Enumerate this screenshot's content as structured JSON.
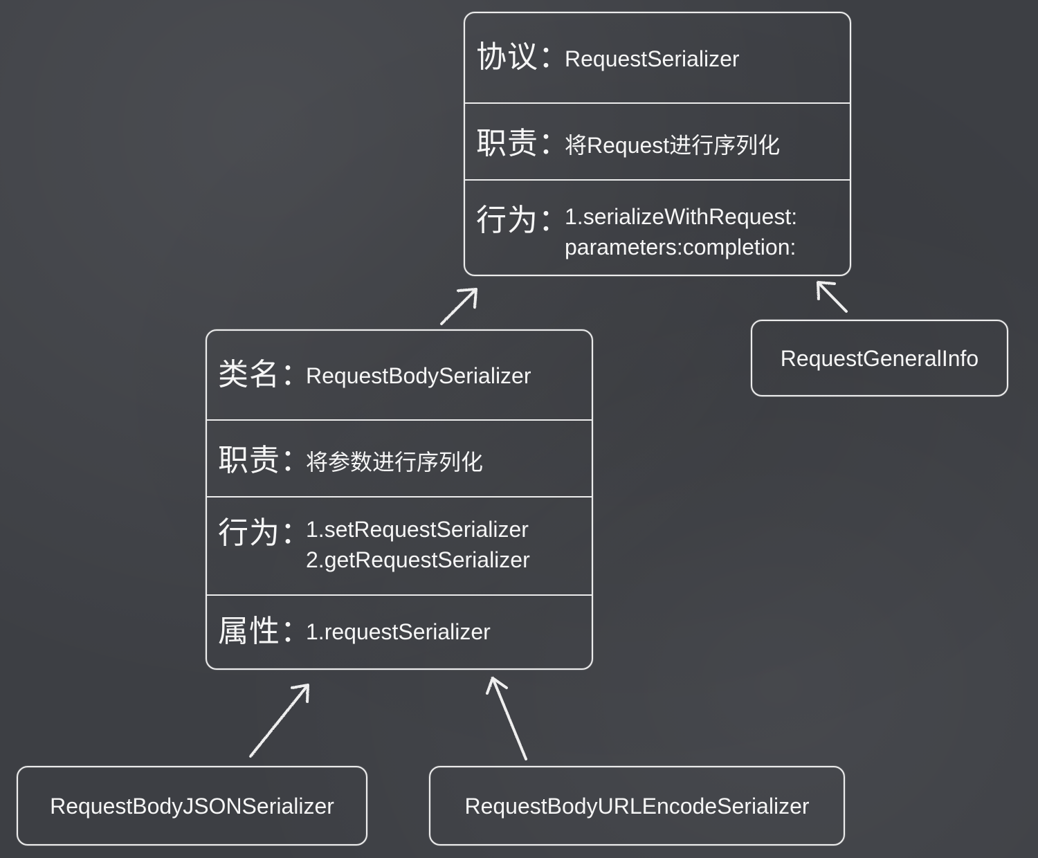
{
  "protocol_box": {
    "protocol_label": "协议：",
    "protocol_value": "RequestSerializer",
    "duty_label": "职责：",
    "duty_value": "将Request进行序列化",
    "behavior_label": "行为：",
    "behavior_value": "1.serializeWithRequest:\nparameters:completion:"
  },
  "general_info_box": {
    "label": "RequestGeneralInfo"
  },
  "class_box": {
    "class_label": "类名：",
    "class_value": "RequestBodySerializer",
    "duty_label": "职责：",
    "duty_value": "将参数进行序列化",
    "behavior_label": "行为：",
    "behavior_value": "1.setRequestSerializer\n2.getRequestSerializer",
    "property_label": "属性：",
    "property_value": "1.requestSerializer"
  },
  "json_serializer_box": {
    "label": "RequestBodyJSONSerializer"
  },
  "url_encode_serializer_box": {
    "label": "RequestBodyURLEncodeSerializer"
  },
  "colors": {
    "background": "#3d3f44",
    "chalk": "#ededed"
  }
}
